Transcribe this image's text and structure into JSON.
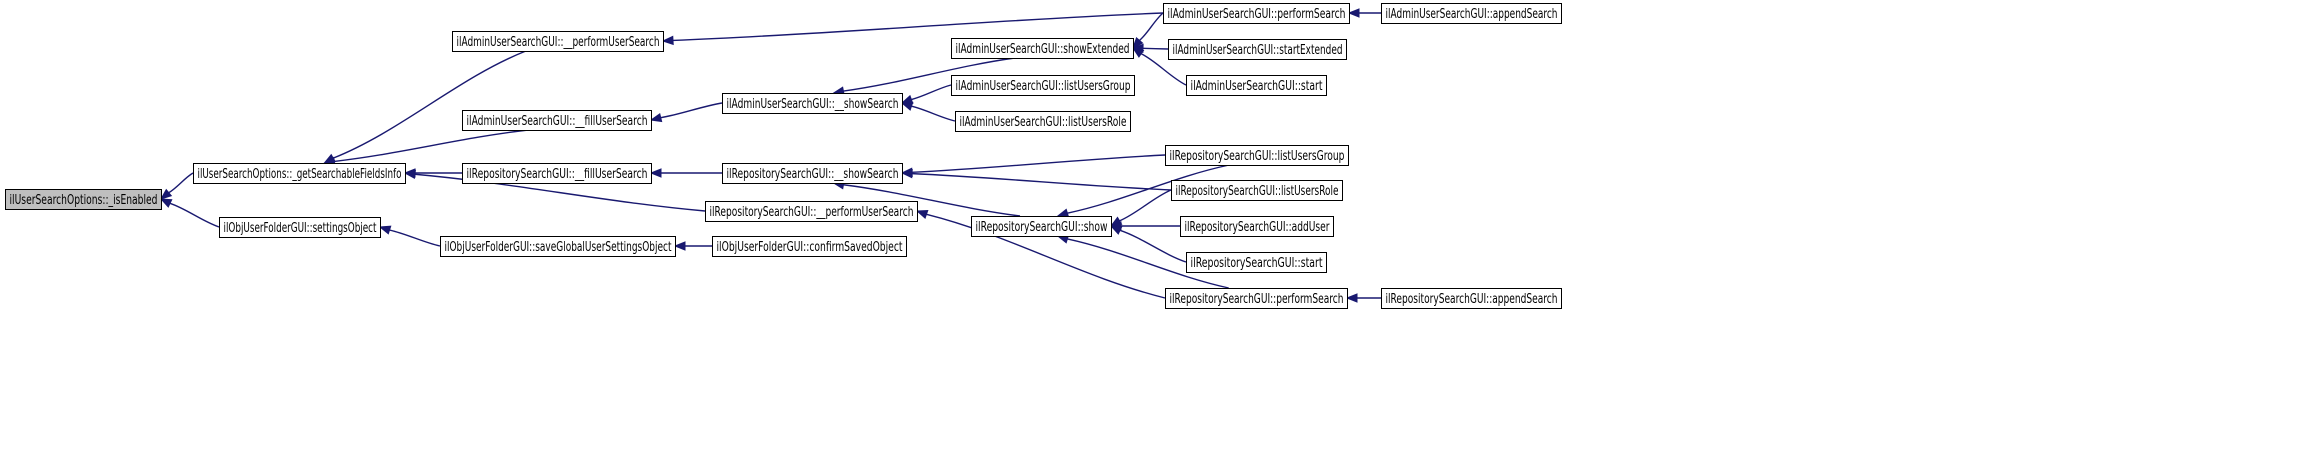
{
  "diagram": {
    "colors": {
      "edge": "#191970",
      "node_fill": "#ffffff",
      "node_stroke": "#000000",
      "root_fill": "#bfbfbf",
      "text": "#000000"
    },
    "nodes": [
      {
        "id": "n0",
        "label": "ilUserSearchOptions::_isEnabled",
        "root": true
      },
      {
        "id": "n1",
        "label": "ilUserSearchOptions::_getSearchableFieldsInfo"
      },
      {
        "id": "n2",
        "label": "ilObjUserFolderGUI::settingsObject"
      },
      {
        "id": "n3",
        "label": "ilAdminUserSearchGUI::__performUserSearch"
      },
      {
        "id": "n4",
        "label": "ilAdminUserSearchGUI::__fillUserSearch"
      },
      {
        "id": "n5",
        "label": "ilRepositorySearchGUI::__fillUserSearch"
      },
      {
        "id": "n6",
        "label": "ilRepositorySearchGUI::__performUserSearch"
      },
      {
        "id": "n7",
        "label": "ilObjUserFolderGUI::saveGlobalUserSettingsObject"
      },
      {
        "id": "n8",
        "label": "ilAdminUserSearchGUI::__showSearch"
      },
      {
        "id": "n9",
        "label": "ilRepositorySearchGUI::__showSearch"
      },
      {
        "id": "n10",
        "label": "ilObjUserFolderGUI::confirmSavedObject"
      },
      {
        "id": "n11",
        "label": "ilAdminUserSearchGUI::showExtended"
      },
      {
        "id": "n12",
        "label": "ilAdminUserSearchGUI::listUsersGroup"
      },
      {
        "id": "n13",
        "label": "ilAdminUserSearchGUI::listUsersRole"
      },
      {
        "id": "n14",
        "label": "ilRepositorySearchGUI::show"
      },
      {
        "id": "n15",
        "label": "ilAdminUserSearchGUI::performSearch"
      },
      {
        "id": "n16",
        "label": "ilAdminUserSearchGUI::startExtended"
      },
      {
        "id": "n17",
        "label": "ilAdminUserSearchGUI::start"
      },
      {
        "id": "n18",
        "label": "ilRepositorySearchGUI::listUsersGroup"
      },
      {
        "id": "n19",
        "label": "ilRepositorySearchGUI::listUsersRole"
      },
      {
        "id": "n20",
        "label": "ilRepositorySearchGUI::addUser"
      },
      {
        "id": "n21",
        "label": "ilRepositorySearchGUI::start"
      },
      {
        "id": "n22",
        "label": "ilRepositorySearchGUI::performSearch"
      },
      {
        "id": "n23",
        "label": "ilAdminUserSearchGUI::appendSearch"
      },
      {
        "id": "n24",
        "label": "ilRepositorySearchGUI::appendSearch"
      }
    ],
    "edges": [
      {
        "from": "n1",
        "to": "n0"
      },
      {
        "from": "n2",
        "to": "n0"
      },
      {
        "from": "n3",
        "to": "n1"
      },
      {
        "from": "n4",
        "to": "n1"
      },
      {
        "from": "n5",
        "to": "n1"
      },
      {
        "from": "n6",
        "to": "n1"
      },
      {
        "from": "n7",
        "to": "n2"
      },
      {
        "from": "n15",
        "to": "n3"
      },
      {
        "from": "n8",
        "to": "n4"
      },
      {
        "from": "n9",
        "to": "n5"
      },
      {
        "from": "n22",
        "to": "n6"
      },
      {
        "from": "n10",
        "to": "n7"
      },
      {
        "from": "n11",
        "to": "n8"
      },
      {
        "from": "n12",
        "to": "n8"
      },
      {
        "from": "n13",
        "to": "n8"
      },
      {
        "from": "n14",
        "to": "n9"
      },
      {
        "from": "n18",
        "to": "n9"
      },
      {
        "from": "n19",
        "to": "n9"
      },
      {
        "from": "n15",
        "to": "n11"
      },
      {
        "from": "n16",
        "to": "n11"
      },
      {
        "from": "n17",
        "to": "n11"
      },
      {
        "from": "n18",
        "to": "n14"
      },
      {
        "from": "n19",
        "to": "n14"
      },
      {
        "from": "n20",
        "to": "n14"
      },
      {
        "from": "n21",
        "to": "n14"
      },
      {
        "from": "n22",
        "to": "n14"
      },
      {
        "from": "n23",
        "to": "n15"
      },
      {
        "from": "n24",
        "to": "n22"
      }
    ]
  }
}
